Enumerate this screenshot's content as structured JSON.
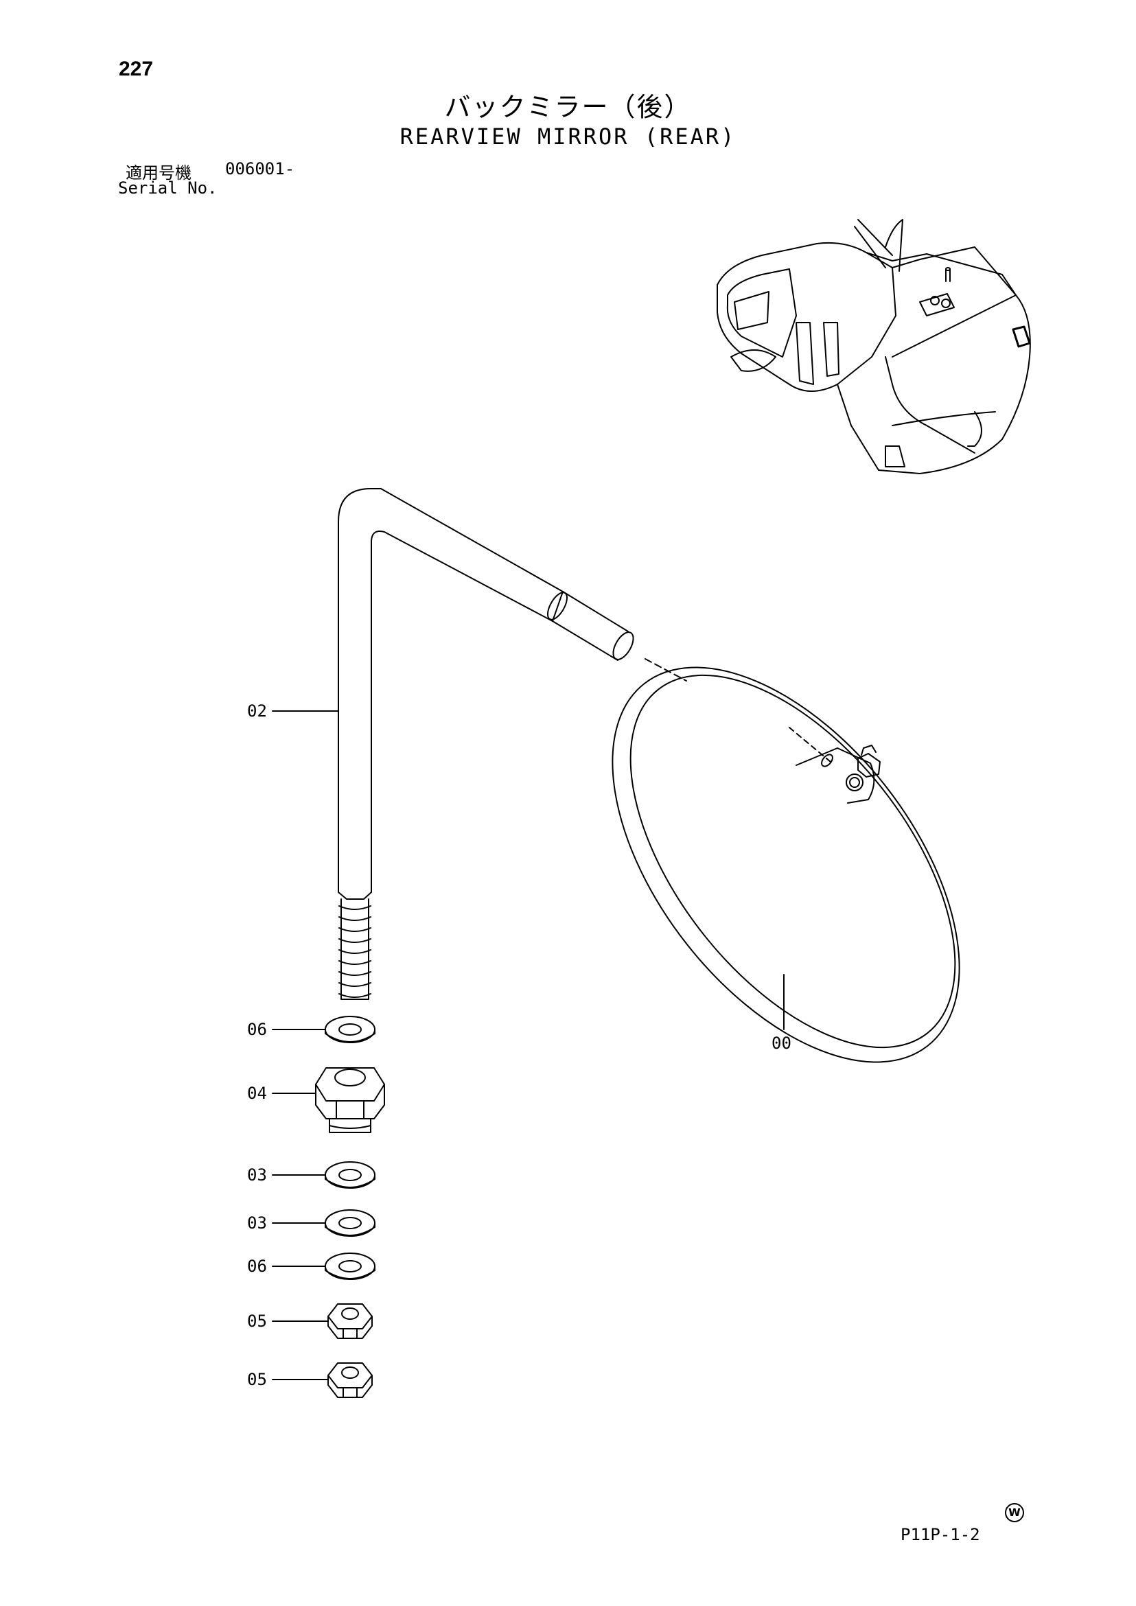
{
  "header": {
    "page_number": "227",
    "title_jp": "バックミラー（後）",
    "title_en": "REARVIEW MIRROR (REAR)",
    "serial_label_jp": "適用号機",
    "serial_value": "006001-",
    "serial_label_en": "Serial No."
  },
  "callouts": [
    {
      "label": "02"
    },
    {
      "label": "00"
    },
    {
      "label": "06"
    },
    {
      "label": "04"
    },
    {
      "label": "03"
    },
    {
      "label": "03"
    },
    {
      "label": "06"
    },
    {
      "label": "05"
    },
    {
      "label": "05"
    }
  ],
  "footer": {
    "code": "P11P-1-2",
    "mark": "W"
  }
}
